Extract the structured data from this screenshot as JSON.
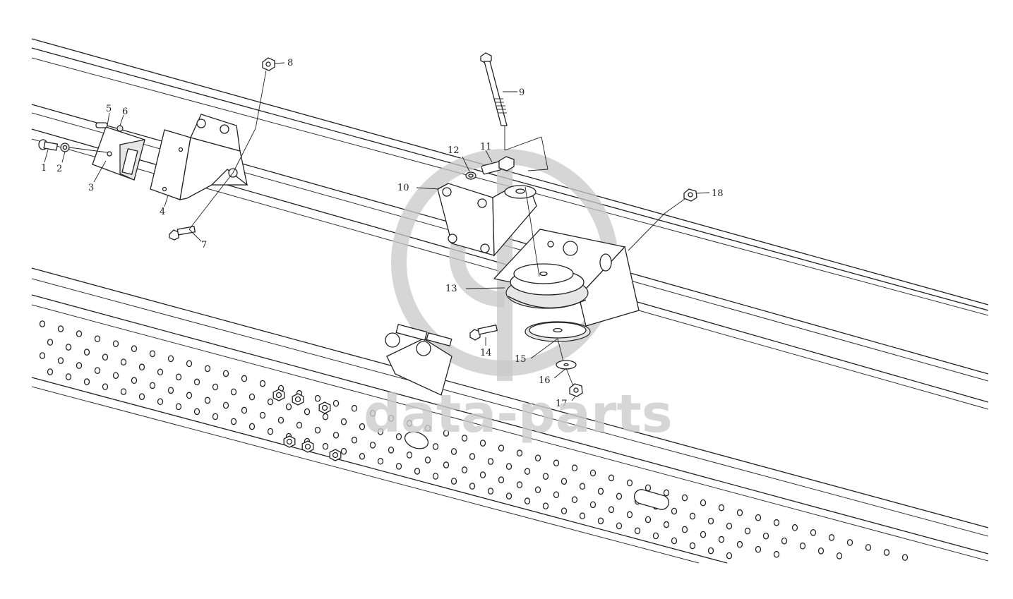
{
  "diagram": {
    "part_numbers": [
      "1",
      "2",
      "3",
      "4",
      "5",
      "6",
      "7",
      "8",
      "9",
      "10",
      "11",
      "12",
      "13",
      "14",
      "15",
      "16",
      "17",
      "18"
    ]
  },
  "watermark": {
    "text": "data-parts",
    "color": "#cccccc"
  }
}
